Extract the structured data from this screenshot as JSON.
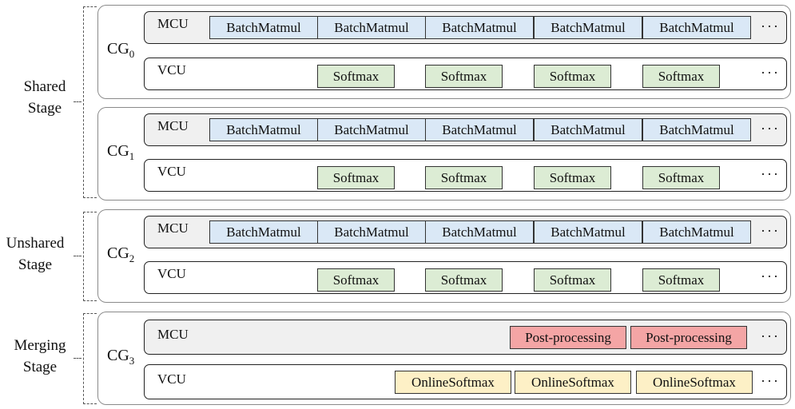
{
  "stages": [
    {
      "label_line1": "Shared",
      "label_line2": "Stage"
    },
    {
      "label_line1": "Unshared",
      "label_line2": "Stage"
    },
    {
      "label_line1": "Merging",
      "label_line2": "Stage"
    }
  ],
  "groups": [
    {
      "cg": "CG",
      "sub": "0",
      "mcu_label": "MCU",
      "vcu_label": "VCU",
      "mcu_blocks": [
        "BatchMatmul",
        "BatchMatmul",
        "BatchMatmul",
        "BatchMatmul",
        "BatchMatmul"
      ],
      "vcu_blocks": [
        "Softmax",
        "Softmax",
        "Softmax",
        "Softmax"
      ],
      "ellipsis": "···"
    },
    {
      "cg": "CG",
      "sub": "1",
      "mcu_label": "MCU",
      "vcu_label": "VCU",
      "mcu_blocks": [
        "BatchMatmul",
        "BatchMatmul",
        "BatchMatmul",
        "BatchMatmul",
        "BatchMatmul"
      ],
      "vcu_blocks": [
        "Softmax",
        "Softmax",
        "Softmax",
        "Softmax"
      ],
      "ellipsis": "···"
    },
    {
      "cg": "CG",
      "sub": "2",
      "mcu_label": "MCU",
      "vcu_label": "VCU",
      "mcu_blocks": [
        "BatchMatmul",
        "BatchMatmul",
        "BatchMatmul",
        "BatchMatmul",
        "BatchMatmul"
      ],
      "vcu_blocks": [
        "Softmax",
        "Softmax",
        "Softmax",
        "Softmax"
      ],
      "ellipsis": "···"
    },
    {
      "cg": "CG",
      "sub": "3",
      "mcu_label": "MCU",
      "vcu_label": "VCU",
      "mcu_blocks": [
        "Post-processing",
        "Post-processing"
      ],
      "vcu_blocks": [
        "OnlineSoftmax",
        "OnlineSoftmax",
        "OnlineSoftmax"
      ],
      "ellipsis": "···"
    }
  ],
  "colors": {
    "batchmatmul": "#dae8f6",
    "softmax": "#dcecd4",
    "post_processing": "#f4a5a5",
    "online_softmax": "#fdf0c6",
    "mcu_row": "#f0f0f0"
  }
}
